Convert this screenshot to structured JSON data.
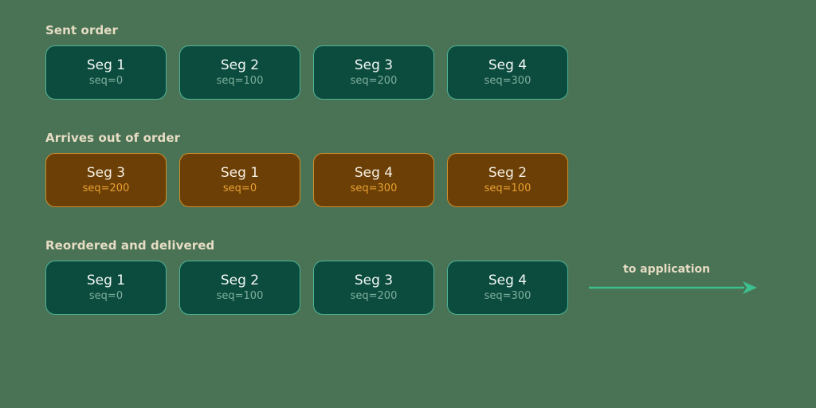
{
  "background_color": "#4a7254",
  "label_color": "#e6ddc4",
  "colors": {
    "teal_fill": "#0c4c3f",
    "teal_border": "#4fb495",
    "teal_title": "#f2f7f4",
    "teal_sub": "#7fae9c",
    "brown_fill": "#6b3f05",
    "brown_border": "#d08f2e",
    "brown_title": "#f6efe2",
    "brown_sub": "#e8a032",
    "arrow": "#3cbf8e"
  },
  "rows": [
    {
      "label": "Sent order",
      "style": "teal",
      "segments": [
        {
          "title": "Seg 1",
          "seq": "seq=0"
        },
        {
          "title": "Seg 2",
          "seq": "seq=100"
        },
        {
          "title": "Seg 3",
          "seq": "seq=200"
        },
        {
          "title": "Seg 4",
          "seq": "seq=300"
        }
      ]
    },
    {
      "label": "Arrives out of order",
      "style": "brown",
      "segments": [
        {
          "title": "Seg 3",
          "seq": "seq=200"
        },
        {
          "title": "Seg 1",
          "seq": "seq=0"
        },
        {
          "title": "Seg 4",
          "seq": "seq=300"
        },
        {
          "title": "Seg 2",
          "seq": "seq=100"
        }
      ]
    },
    {
      "label": "Reordered and delivered",
      "style": "teal",
      "segments": [
        {
          "title": "Seg 1",
          "seq": "seq=0"
        },
        {
          "title": "Seg 2",
          "seq": "seq=100"
        },
        {
          "title": "Seg 3",
          "seq": "seq=200"
        },
        {
          "title": "Seg 4",
          "seq": "seq=300"
        }
      ]
    }
  ],
  "delivery": {
    "label": "to application",
    "arrow_icon": "arrow-right-icon"
  }
}
